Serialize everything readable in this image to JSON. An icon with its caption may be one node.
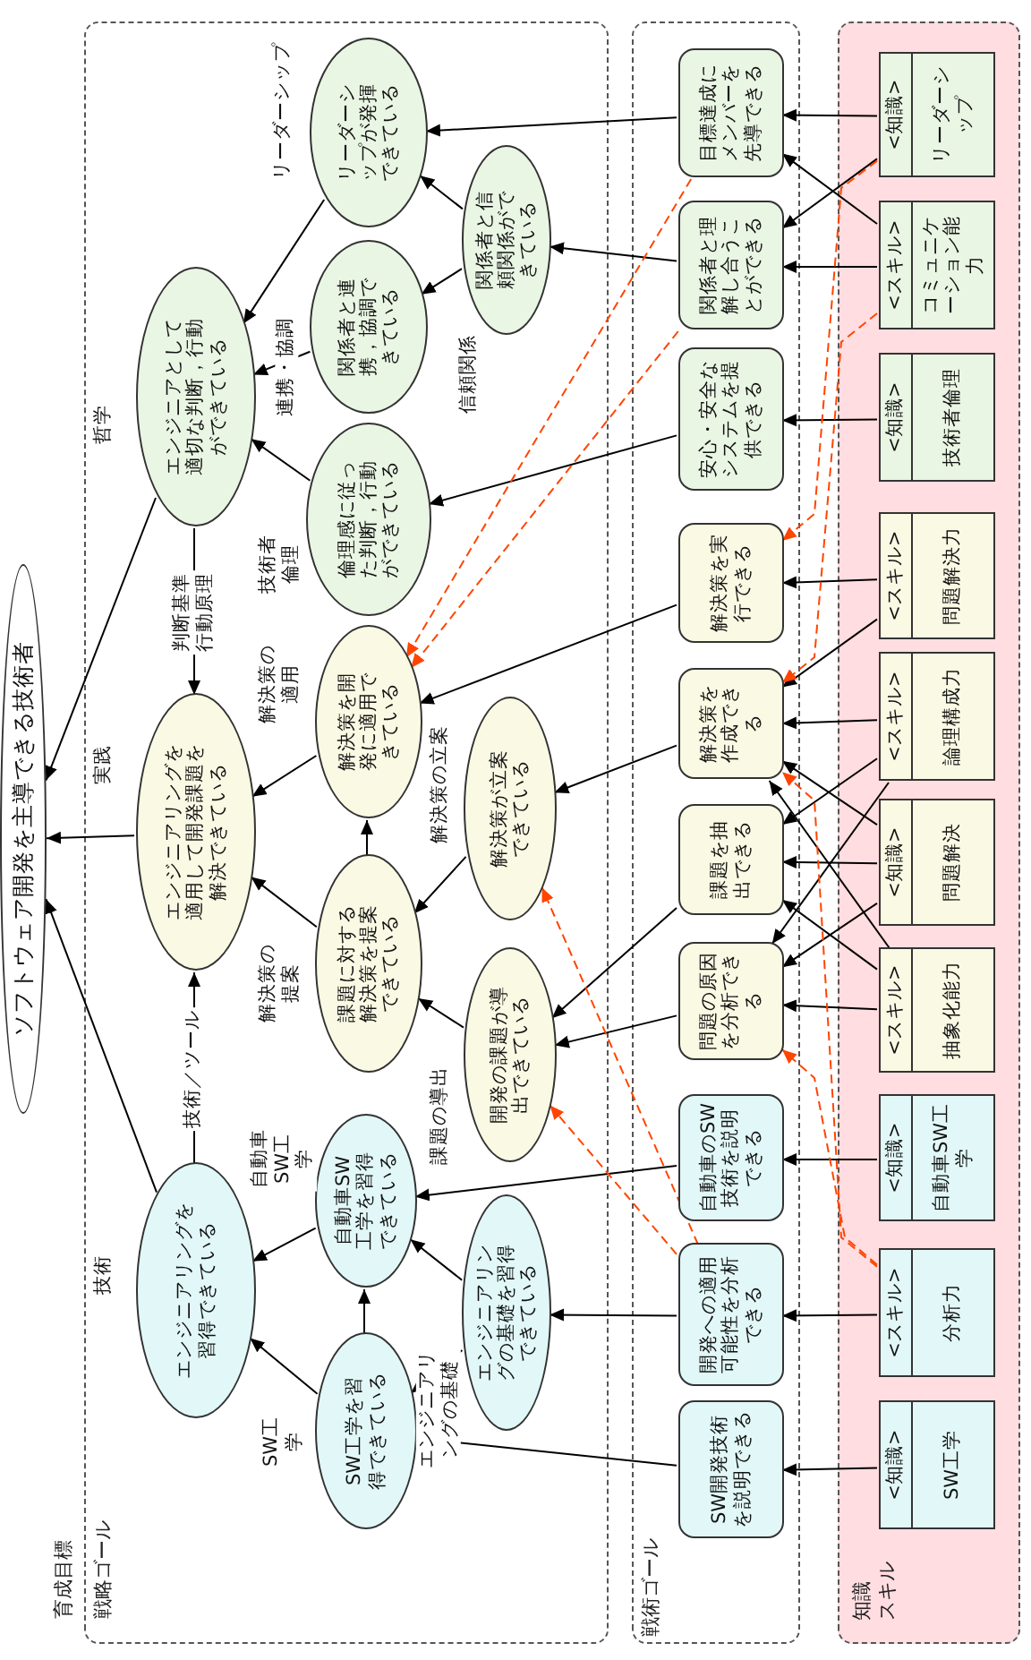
{
  "diagram": {
    "nodes": [
      {
        "text": [
          "ソフトウェア開発を主導できる技術者"
        ]
      },
      {
        "text": [
          "育成目標",
          "戦略ゴール"
        ]
      },
      {
        "text": [
          "エンジニアとして適切な判断，行動ができている"
        ],
        "in": 1
      },
      {
        "text": [
          "エンジニアリングを適用して開発課題を解決できている"
        ],
        "in": 1
      },
      {
        "text": [
          "エンジニアリングを習得できている"
        ],
        "in": 1
      },
      {
        "text": [
          "リーダーシップが発揮できている"
        ],
        "in": 1
      },
      {
        "text": [
          "関係者と連携，協調できている"
        ],
        "in": 1
      },
      {
        "text": [
          "関係者と信頼関係ができている"
        ],
        "in": 1
      },
      {
        "text": [
          "倫理感に従った判断，行動ができている"
        ],
        "in": 1
      },
      {
        "text": [
          "解決策を開発に適用できている"
        ],
        "in": 1
      },
      {
        "text": [
          "課題に対する解決策を提案できている"
        ],
        "in": 1
      },
      {
        "text": [
          "解決策が立案できている"
        ],
        "in": 1
      },
      {
        "text": [
          "開発の課題が導出できている"
        ],
        "in": 1
      },
      {
        "text": [
          "自動車SW工学を習得できている"
        ],
        "in": 1
      },
      {
        "text": [
          "SW工学を習得できている"
        ],
        "in": 1
      },
      {
        "text": [
          "エンジニアリングの基礎を習得できている"
        ],
        "in": 1
      },
      {
        "text": [
          "戦術ゴール"
        ]
      },
      {
        "text": [
          "目標達成にメンバーを先導できる"
        ],
        "in": 16
      },
      {
        "text": [
          "関係者と理解し合うことができる"
        ],
        "in": 16
      },
      {
        "text": [
          "安心・安全なシステムを提供できる"
        ],
        "in": 16
      },
      {
        "text": [
          "解決策を実行できる"
        ],
        "in": 16
      },
      {
        "text": [
          "解決策を作成できる"
        ],
        "in": 16
      },
      {
        "text": [
          "課題を抽出できる"
        ],
        "in": 16
      },
      {
        "text": [
          "問題の原因を分析できる"
        ],
        "in": 16
      },
      {
        "text": [
          "自動車のSW技術を説明できる"
        ],
        "in": 16
      },
      {
        "text": [
          "開発への適用可能性を分析できる"
        ],
        "in": 16
      },
      {
        "text": [
          "SW開発技術を説明できる"
        ],
        "in": 16
      },
      {
        "text": [
          "知識",
          "スキル"
        ]
      },
      {
        "text": [
          "<知識>",
          "リーダーシップ"
        ],
        "in": 27
      },
      {
        "text": [
          "<スキル>",
          "コミュニケーション能力"
        ],
        "in": 27
      },
      {
        "text": [
          "<知識>",
          "技術者倫理"
        ],
        "in": 27
      },
      {
        "text": [
          "<スキル>",
          "問題解決力"
        ],
        "in": 27
      },
      {
        "text": [
          "<スキル>",
          "論理構成力"
        ],
        "in": 27
      },
      {
        "text": [
          "<知識>",
          "問題解決"
        ],
        "in": 27
      },
      {
        "text": [
          "<スキル>",
          "抽象化能力"
        ],
        "in": 27
      },
      {
        "text": [
          "<知識>",
          "自動車SW工学"
        ],
        "in": 27
      },
      {
        "text": [
          "<スキル>",
          "分析力"
        ],
        "in": 27
      },
      {
        "text": [
          "<知識>",
          "SW工学"
        ],
        "in": 27
      }
    ],
    "edges": [
      {
        "from": 2,
        "to": 0,
        "arrow": "to",
        "label": "哲学"
      },
      {
        "from": 3,
        "to": 0,
        "arrow": "to",
        "label": "実践"
      },
      {
        "from": 4,
        "to": 0,
        "arrow": "to",
        "label": "技術"
      },
      {
        "from": 2,
        "to": 3,
        "arrow": "to",
        "label": "判断基準行動原理"
      },
      {
        "from": 4,
        "to": 3,
        "arrow": "to",
        "label": "技術／ツール"
      },
      {
        "from": 5,
        "to": 2,
        "arrow": "to",
        "label": "リーダーシップ"
      },
      {
        "from": 6,
        "to": 2,
        "arrow": "to",
        "label": "連携・協調"
      },
      {
        "from": 8,
        "to": 2,
        "arrow": "to",
        "label": "技術者倫理"
      },
      {
        "from": 7,
        "to": 5,
        "arrow": "to"
      },
      {
        "from": 7,
        "to": 6,
        "arrow": "to",
        "label": "信頼関係"
      },
      {
        "from": 9,
        "to": 3,
        "arrow": "to",
        "label": "解決策の適用"
      },
      {
        "from": 10,
        "to": 3,
        "arrow": "to",
        "label": "解決策の提案"
      },
      {
        "from": 10,
        "to": 9,
        "arrow": "to"
      },
      {
        "from": 11,
        "to": 10,
        "arrow": "to",
        "label": "解決策の立案"
      },
      {
        "from": 12,
        "to": 10,
        "arrow": "to",
        "label": "課題の導出"
      },
      {
        "from": 13,
        "to": 4,
        "arrow": "to",
        "label": "自動車SW工学"
      },
      {
        "from": 14,
        "to": 4,
        "arrow": "to",
        "label": "SW工学"
      },
      {
        "from": 14,
        "to": 13,
        "arrow": "to"
      },
      {
        "from": 15,
        "to": 13,
        "arrow": "to"
      },
      {
        "from": 15,
        "to": 14,
        "arrow": "to",
        "label": "エンジニアリングの基礎"
      },
      {
        "from": 17,
        "to": 5,
        "arrow": "to"
      },
      {
        "from": 18,
        "to": 7,
        "arrow": "to"
      },
      {
        "from": 19,
        "to": 8,
        "arrow": "to"
      },
      {
        "from": 20,
        "to": 9,
        "arrow": "to"
      },
      {
        "from": 21,
        "to": 11,
        "arrow": "to"
      },
      {
        "from": 22,
        "to": 12,
        "arrow": "to"
      },
      {
        "from": 23,
        "to": 12,
        "arrow": "to"
      },
      {
        "from": 24,
        "to": 13,
        "arrow": "to"
      },
      {
        "from": 25,
        "to": 15,
        "arrow": "to"
      },
      {
        "from": 26,
        "to": 14,
        "arrow": "to"
      },
      {
        "from": 28,
        "to": 17,
        "arrow": "to"
      },
      {
        "from": 28,
        "to": 18,
        "arrow": "to"
      },
      {
        "from": 29,
        "to": 18,
        "arrow": "to"
      },
      {
        "from": 29,
        "to": 17,
        "arrow": "to"
      },
      {
        "from": 30,
        "to": 19,
        "arrow": "to"
      },
      {
        "from": 31,
        "to": 20,
        "arrow": "to"
      },
      {
        "from": 31,
        "to": 21,
        "arrow": "to"
      },
      {
        "from": 32,
        "to": 21,
        "arrow": "to"
      },
      {
        "from": 32,
        "to": 22,
        "arrow": "to"
      },
      {
        "from": 32,
        "to": 23,
        "arrow": "to"
      },
      {
        "from": 33,
        "to": 21,
        "arrow": "to"
      },
      {
        "from": 33,
        "to": 22,
        "arrow": "to"
      },
      {
        "from": 33,
        "to": 23,
        "arrow": "to"
      },
      {
        "from": 34,
        "to": 21,
        "arrow": "to"
      },
      {
        "from": 34,
        "to": 22,
        "arrow": "to"
      },
      {
        "from": 34,
        "to": 23,
        "arrow": "to"
      },
      {
        "from": 35,
        "to": 24,
        "arrow": "to"
      },
      {
        "from": 36,
        "to": 25,
        "arrow": "to"
      },
      {
        "from": 37,
        "to": 26,
        "arrow": "to"
      },
      {
        "from": 17,
        "to": 9,
        "arrow": "to",
        "style": "dashed",
        "color": "#ff4500"
      },
      {
        "from": 18,
        "to": 9,
        "arrow": "to",
        "style": "dashed",
        "color": "#ff4500"
      },
      {
        "from": 25,
        "to": 11,
        "arrow": "to",
        "style": "dashed",
        "color": "#ff4500"
      },
      {
        "from": 25,
        "to": 12,
        "arrow": "to",
        "style": "dashed",
        "color": "#ff4500"
      },
      {
        "from": 28,
        "to": 20,
        "arrow": "to",
        "style": "dashed",
        "color": "#ff4500"
      },
      {
        "from": 29,
        "to": 21,
        "arrow": "to",
        "style": "dashed",
        "color": "#ff4500"
      },
      {
        "from": 36,
        "to": 21,
        "arrow": "to",
        "style": "dashed",
        "color": "#ff4500"
      },
      {
        "from": 36,
        "to": 23,
        "arrow": "to",
        "style": "dashed",
        "color": "#ff4500"
      }
    ]
  }
}
